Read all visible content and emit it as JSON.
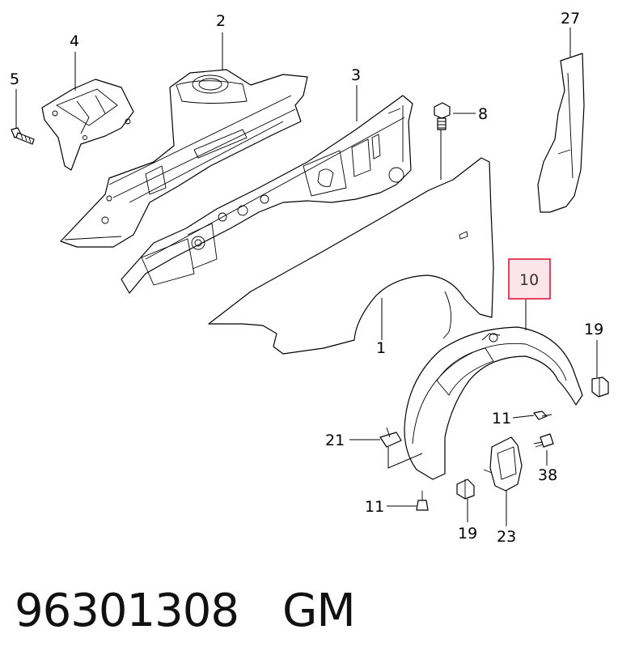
{
  "callouts": {
    "c1": "1",
    "c2": "2",
    "c3": "3",
    "c4": "4",
    "c5": "5",
    "c8": "8",
    "c10": "10",
    "c11a": "11",
    "c11b": "11",
    "c19a": "19",
    "c19b": "19",
    "c21": "21",
    "c23": "23",
    "c27": "27",
    "c38": "38"
  },
  "highlight": {
    "part": "10",
    "box_fill": "#fde4ea",
    "box_stroke": "#e0173a"
  },
  "footer": {
    "part_number": "96301308",
    "brand": "GM"
  }
}
